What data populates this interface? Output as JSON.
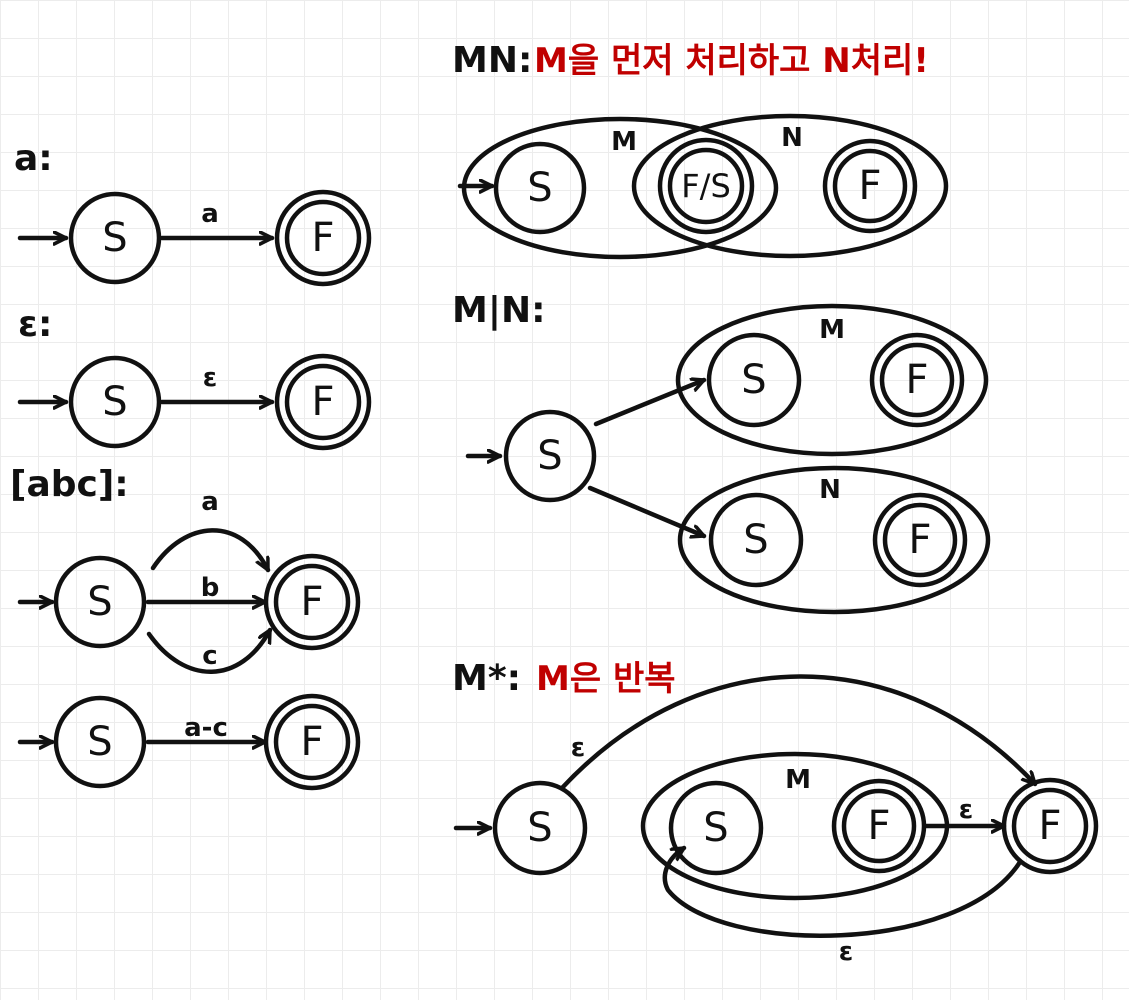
{
  "colors": {
    "ink": "#111111",
    "highlight": "#c00000",
    "grid": "#ececec"
  },
  "diagrams": {
    "single_char": {
      "title": "a:",
      "start": "S",
      "final": "F",
      "edge": "a"
    },
    "epsilon": {
      "title": "ε:",
      "start": "S",
      "final": "F",
      "edge": "ε"
    },
    "char_class": {
      "title": "[abc]:",
      "start": "S",
      "final": "F",
      "edges": [
        "a",
        "b",
        "c"
      ]
    },
    "char_range": {
      "start": "S",
      "final": "F",
      "edge": "a-c"
    },
    "concat": {
      "title": "MN:",
      "note": "M을 먼저 처리하고 N처리!",
      "states": [
        "S",
        "F/S",
        "F"
      ],
      "groups": [
        "M",
        "N"
      ]
    },
    "union": {
      "title": "M|N:",
      "start": "S",
      "top": {
        "group": "M",
        "start": "S",
        "final": "F"
      },
      "bottom": {
        "group": "N",
        "start": "S",
        "final": "F"
      }
    },
    "star": {
      "title": "M*:",
      "note": "M은 반복",
      "start": "S",
      "group": "M",
      "inner_start": "S",
      "inner_final": "F",
      "final": "F",
      "skip_edge": "ε",
      "exit_edge": "ε",
      "loop_edge": "ε"
    }
  }
}
